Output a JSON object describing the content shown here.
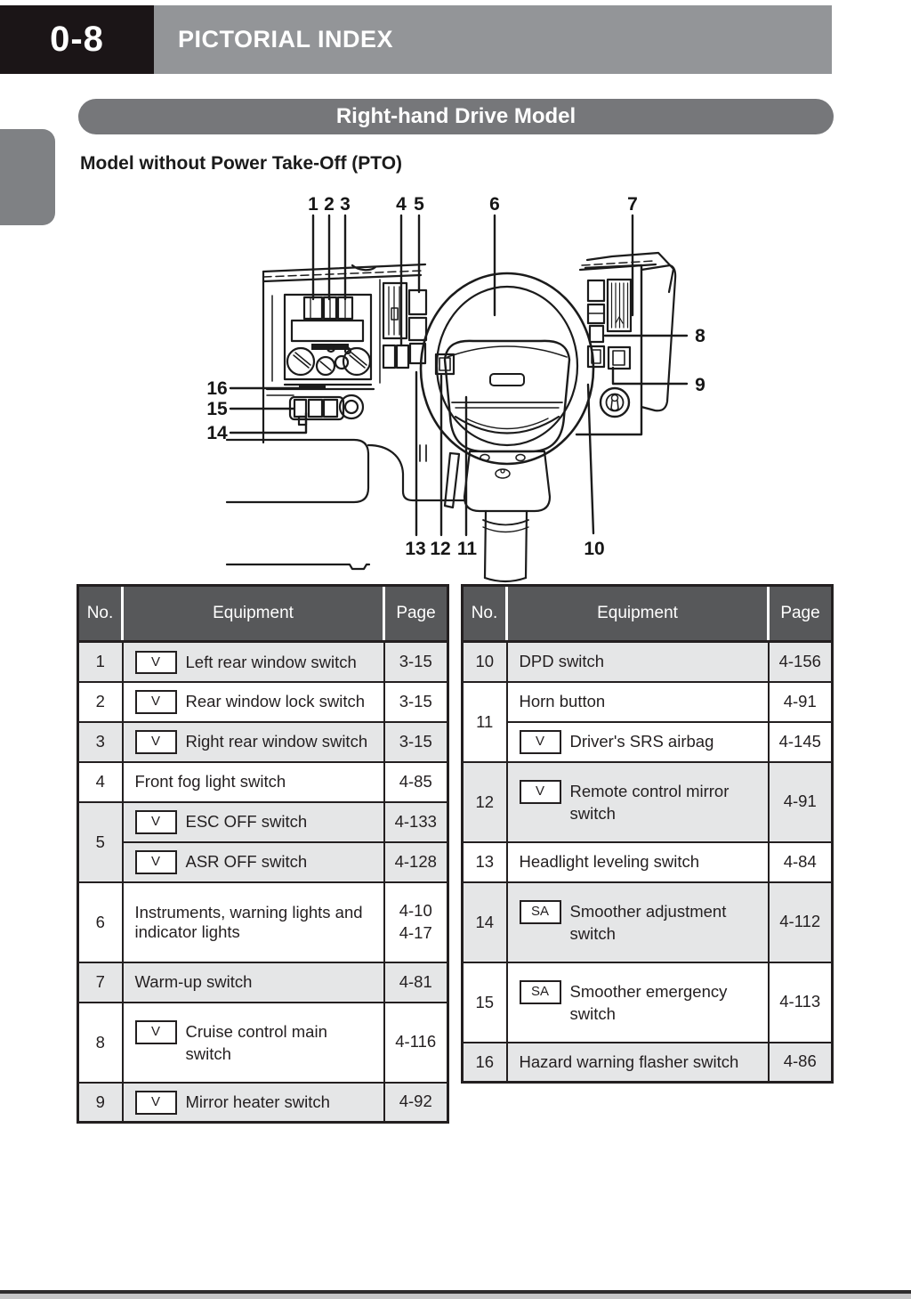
{
  "page": {
    "number": "0-8",
    "header_title": "PICTORIAL INDEX",
    "section_title": "Right-hand Drive Model",
    "subtitle": "Model without Power Take-Off (PTO)"
  },
  "colors": {
    "header_black": "#1b1517",
    "header_bar_gray": "#939598",
    "section_pill_gray": "#76777a",
    "side_tab_gray": "#7f8184",
    "table_header_gray": "#57585a",
    "row_shade_gray": "#e5e6e7",
    "line_dark": "#231f20"
  },
  "diagram": {
    "callouts": [
      "1",
      "2",
      "3",
      "4",
      "5",
      "6",
      "7",
      "8",
      "9",
      "10",
      "11",
      "12",
      "13",
      "14",
      "15",
      "16"
    ]
  },
  "tables": {
    "columns": {
      "no": "No.",
      "equipment": "Equipment",
      "page": "Page"
    },
    "left": {
      "rows": [
        {
          "no": "1",
          "badge": "V",
          "label": "Left rear window switch",
          "page": "3-15"
        },
        {
          "no": "2",
          "badge": "V",
          "label": "Rear window lock switch",
          "page": "3-15"
        },
        {
          "no": "3",
          "badge": "V",
          "label": "Right rear window switch",
          "page": "3-15"
        },
        {
          "no": "4",
          "label": "Front fog light switch",
          "page": "4-85"
        },
        {
          "no": "5",
          "badge": "V",
          "label": "ESC OFF switch",
          "page": "4-133"
        },
        {
          "badge": "V",
          "label": "ASR OFF switch",
          "page": "4-128"
        },
        {
          "no": "6",
          "label": "Instruments, warning lights and indicator lights",
          "page": "4-10",
          "page2": "4-17"
        },
        {
          "no": "7",
          "label": "Warm-up switch",
          "page": "4-81"
        },
        {
          "no": "8",
          "badge": "V",
          "label": "Cruise control main switch",
          "page": "4-116"
        },
        {
          "no": "9",
          "badge": "V",
          "label": "Mirror heater switch",
          "page": "4-92"
        }
      ]
    },
    "right": {
      "rows": [
        {
          "no": "10",
          "label": "DPD switch",
          "page": "4-156"
        },
        {
          "no": "11",
          "label": "Horn button",
          "page": "4-91"
        },
        {
          "badge": "V",
          "label": "Driver's SRS airbag",
          "page": "4-145"
        },
        {
          "no": "12",
          "badge": "V",
          "label": "Remote control mirror switch",
          "page": "4-91"
        },
        {
          "no": "13",
          "label": "Headlight leveling switch",
          "page": "4-84"
        },
        {
          "no": "14",
          "badge": "SA",
          "label": "Smoother adjustment switch",
          "page": "4-112"
        },
        {
          "no": "15",
          "badge": "SA",
          "label": "Smoother emergency switch",
          "page": "4-113"
        },
        {
          "no": "16",
          "label": "Hazard warning flasher switch",
          "page": "4-86"
        }
      ]
    }
  }
}
